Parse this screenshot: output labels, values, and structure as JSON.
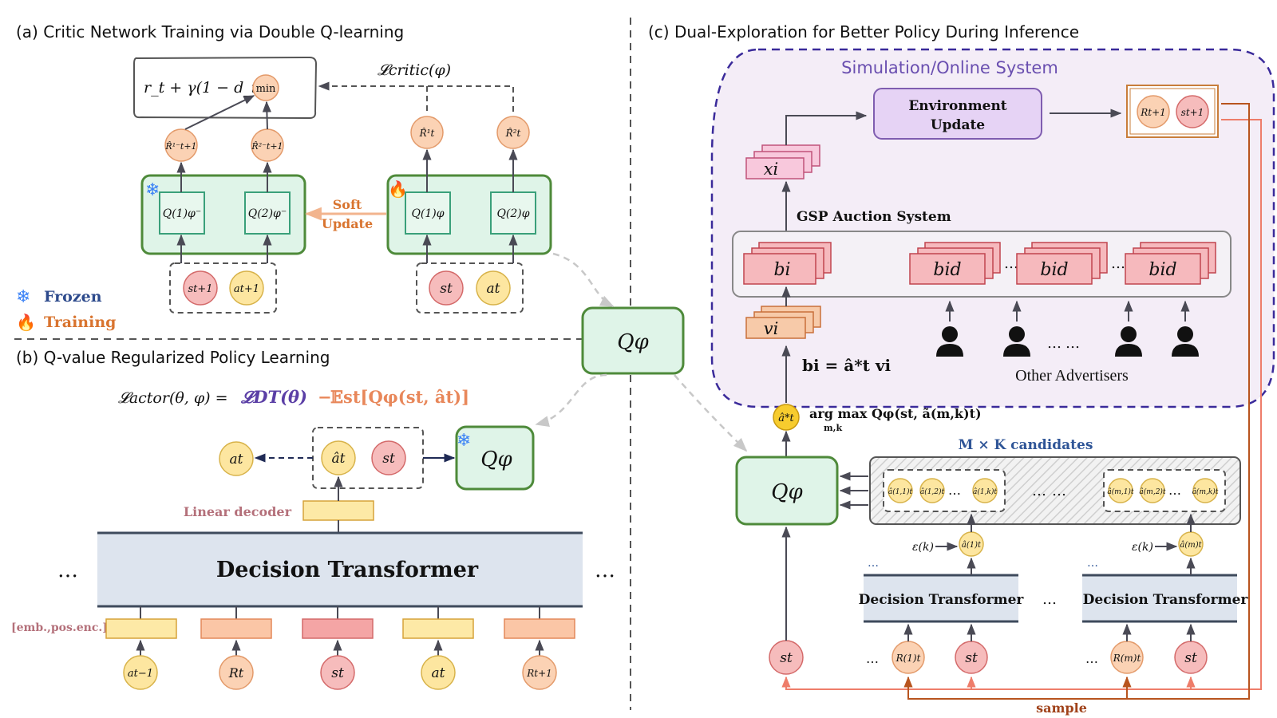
{
  "panels": {
    "a_title": "(a) Critic Network Training via Double Q-learning",
    "b_title": "(b) Q-value Regularized Policy Learning",
    "c_title": "(c) Dual-Exploration for Better Policy During Inference"
  },
  "legend": {
    "frozen": "Frozen",
    "training": "Training"
  },
  "panel_a": {
    "target_expr": "r_t + γ(1 − d_t)",
    "min_label": "min",
    "critic_loss": "𝓛critic(φ)",
    "r_hat_1_minus": "R̂¹⁻t+1",
    "r_hat_2_minus": "R̂²⁻t+1",
    "r_hat_1": "R̂¹t",
    "r_hat_2": "R̂²t",
    "q1_frozen": "Q(1)φ⁻",
    "q2_frozen": "Q(2)φ⁻",
    "q1": "Q(1)φ",
    "q2": "Q(2)φ",
    "soft_update_1": "Soft",
    "soft_update_2": "Update",
    "s_next": "st+1",
    "a_next": "at+1",
    "s_t": "st",
    "a_t": "at"
  },
  "center": {
    "q_phi": "Qφ"
  },
  "panel_b": {
    "loss_lhs": "𝓛actor(θ, φ) =",
    "loss_dt": "𝓛DT(θ)",
    "loss_minus": "−",
    "loss_exp": "𝔼st[Qφ(st, ât)]",
    "a_t_out": "at",
    "a_hat": "ât",
    "s_t": "st",
    "q_phi": "Qφ",
    "linear_decoder": "Linear decoder",
    "dt_label": "Decision Transformer",
    "ellipsis": "…",
    "emb_label": "[emb.,pos.enc.]",
    "inputs": [
      "at−1",
      "Rt",
      "st",
      "at",
      "Rt+1"
    ]
  },
  "panel_c": {
    "system_title": "Simulation/Online System",
    "env_update_1": "Environment",
    "env_update_2": "Update",
    "r_next": "Rt+1",
    "s_next": "st+1",
    "x_i": "xi",
    "gsp_label": "GSP Auction System",
    "b_i": "bi",
    "bid": "bid",
    "v_i": "vi",
    "bid_eq": "bi = â*t vi",
    "other_adv": "Other Advertisers",
    "a_star": "â*t",
    "argmax_expr": "arg max Qφ(st, ã(m,k)t)",
    "argmax_sub": "m,k",
    "candidates_label": "M × K candidates",
    "q_phi": "Qφ",
    "cand_left": [
      "â(1,1)t",
      "â(1,2)t",
      "â(1,k)t"
    ],
    "cand_right": [
      "â(m,1)t",
      "â(m,2)t",
      "â(m,k)t"
    ],
    "eps_label": "ε(k)",
    "a_hat_1": "â(1)t",
    "a_hat_m": "â(m)t",
    "dt_label": "Decision Transformer",
    "r_1": "R(1)t",
    "r_m": "R(m)t",
    "s_t": "st",
    "sample_label": "sample",
    "dots": "…"
  },
  "colors": {
    "green_fill": "#dff4e8",
    "green_stroke": "#4e8a3a",
    "orange_arrow": "#f2b48e",
    "purple_dash": "#3a2a9a",
    "purple_fill": "#f4edf7",
    "dt_fill": "#dde4ee",
    "red_circle": "#f6bcbc",
    "yellow_circle": "#fde6a0",
    "peach_circle": "#fbd2b4",
    "sample_line": "#b8541e",
    "pink_line": "#ee7d6a"
  }
}
